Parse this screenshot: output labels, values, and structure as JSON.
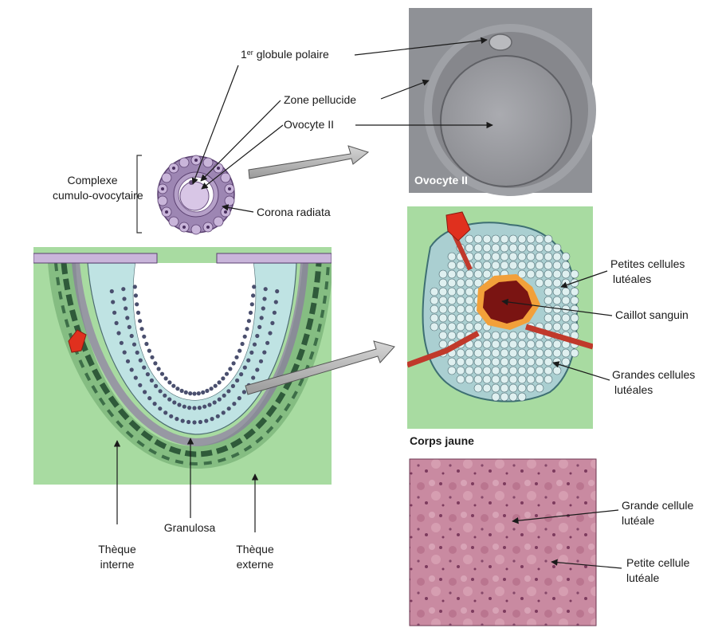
{
  "figure": {
    "labels": {
      "globule_prefix": "1",
      "globule_sup": "er",
      "globule_rest": " globule polaire",
      "zone_pellucide": "Zone pellucide",
      "ovocyte_ii": "Ovocyte II",
      "complexe_line1": "Complexe",
      "complexe_line2": "cumulo-ovocytaire",
      "corona_radiata": "Corona radiata",
      "theque_interne_line1": "Thèque",
      "theque_interne_line2": "interne",
      "granulosa": "Granulosa",
      "theque_externe_line1": "Thèque",
      "theque_externe_line2": "externe",
      "photo_ovocyte_caption": "Ovocyte II",
      "petites_line1": "Petites cellules",
      "petites_line2": "lutéales",
      "caillot": "Caillot sanguin",
      "grandes_line1": "Grandes cellules",
      "grandes_line2": "lutéales",
      "corps_jaune": "Corps jaune",
      "grande_cellule_line1": "Grande cellule",
      "grande_cellule_line2": "lutéale",
      "petite_cellule_line1": "Petite cellule",
      "petite_cellule_line2": "lutéale"
    },
    "colors": {
      "tissue_green": "#a9dca0",
      "granulosa_cell": "#bfe3e3",
      "nucleus": "#4a4f6e",
      "theca_dark": "#2f5a3a",
      "oocyte_purple": "#c9b3d6",
      "zona_lavender": "#b9a2cc",
      "blood_red": "#e0301e",
      "clot_dark": "#7a1412",
      "clot_orange": "#f2a03a",
      "photo_gray": "#8e9095",
      "histo_pink": "#c77f98",
      "arrow_gray": "#b0b0b0"
    }
  }
}
